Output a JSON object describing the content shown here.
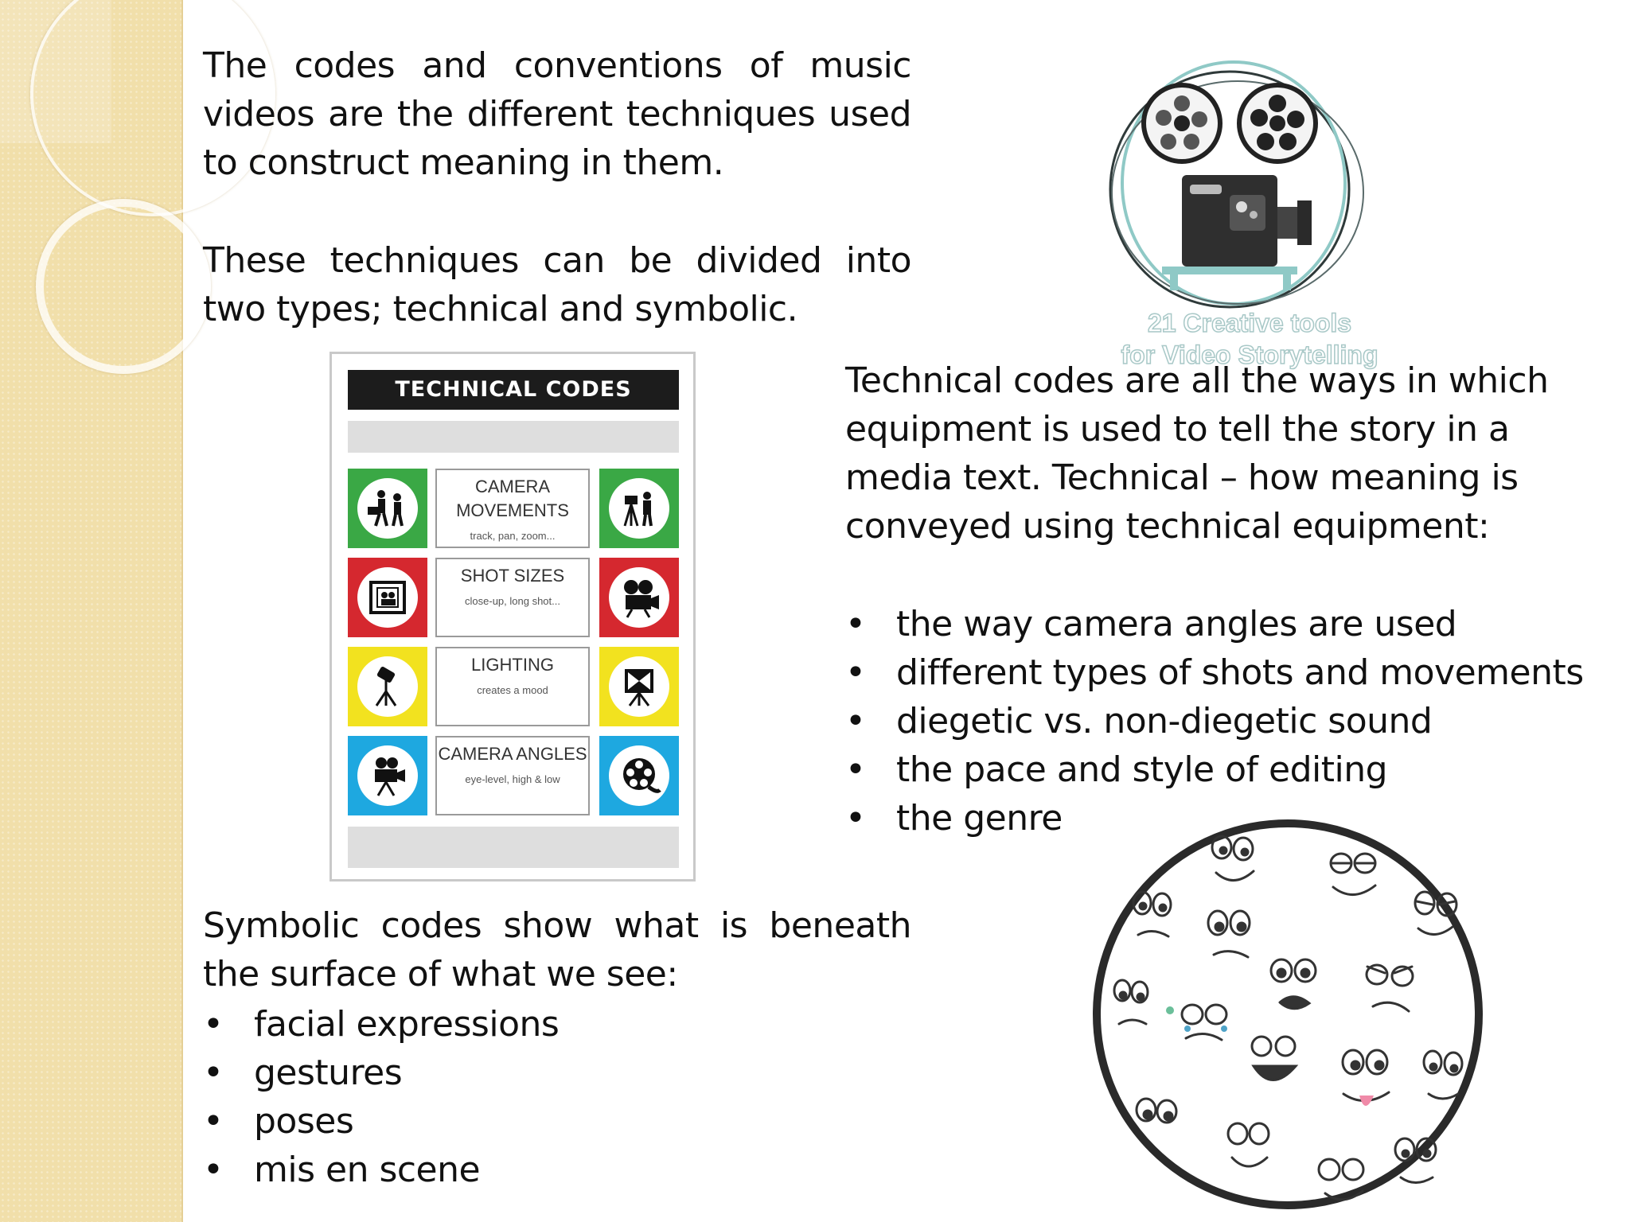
{
  "slide": {
    "intro_paragraph_1": "The codes and conventions of music videos are the different techniques used to construct meaning in them.",
    "intro_paragraph_2": "These techniques can be divided into two types; technical and symbolic.",
    "technical_paragraph": "Technical codes are all the ways in which equipment is used to tell the story in a media text. Technical – how meaning is conveyed using technical equipment:",
    "technical_list": [
      "the way camera angles are used",
      "different types of shots and movements",
      "diegetic vs. non-diegetic sound",
      "the pace and style of editing",
      "the genre"
    ],
    "symbolic_paragraph": "Symbolic codes show what is beneath the surface of what we see:",
    "symbolic_list": [
      "facial expressions",
      "gestures",
      "poses",
      "mis en scene"
    ],
    "bullet_char": "•"
  },
  "technical_codes_card": {
    "title": "TECHNICAL  CODES",
    "rows": [
      {
        "title": "CAMERA MOVEMENTS",
        "subtitle": "track, pan, zoom...",
        "color": "#3aa845",
        "left_icon": "camera-crew-icon",
        "right_icon": "tripod-operator-icon"
      },
      {
        "title": "SHOT SIZES",
        "subtitle": "close-up, long shot...",
        "color": "#d5282f",
        "left_icon": "film-frame-icon",
        "right_icon": "film-projector-icon"
      },
      {
        "title": "LIGHTING",
        "subtitle": "creates a mood",
        "color": "#f2e21f",
        "left_icon": "spotlight-icon",
        "right_icon": "softbox-light-icon"
      },
      {
        "title": "CAMERA ANGLES",
        "subtitle": "eye-level, high & low",
        "color": "#1ea8e0",
        "left_icon": "movie-camera-icon",
        "right_icon": "film-reel-icon"
      }
    ]
  },
  "logo": {
    "caption_line_1": "21 Creative tools",
    "caption_line_2": "for Video Storytelling",
    "icon": "film-projector-logo-icon",
    "accent": "#8fc9c6"
  },
  "faces_image": {
    "icon": "cartoon-faces-expressions-icon"
  },
  "colors": {
    "band": "#f1dfaa",
    "text": "#111111"
  }
}
